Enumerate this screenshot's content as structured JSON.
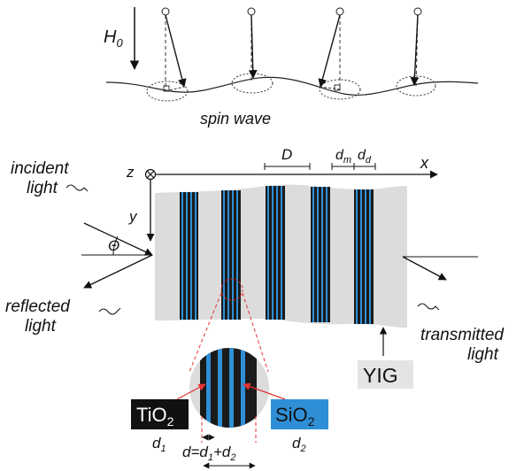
{
  "top": {
    "field_symbol": "H",
    "field_subscript": "0",
    "wave_caption": "spin wave"
  },
  "axes": {
    "z_label": "z",
    "x_label": "x",
    "y_label": "y"
  },
  "dimensions": {
    "period": "D",
    "dm_main": "d",
    "dm_sub": "m",
    "dd_main": "d",
    "dd_sub": "d"
  },
  "light": {
    "incident_line1": "incident",
    "incident_line2": "light",
    "reflected_line1": "reflected",
    "reflected_line2": "light",
    "transmitted_line1": "transmitted",
    "transmitted_line2": "light",
    "angle_symbol": "Θ"
  },
  "materials": {
    "yig": "YIG",
    "tio2_main": "TiO",
    "tio2_sub": "2",
    "sio2_main": "SiO",
    "sio2_sub": "2",
    "d1_main": "d",
    "d1_sub": "1",
    "d2_main": "d",
    "d2_sub": "2",
    "formula_a": "d=d",
    "formula_a_sub": "1",
    "formula_b": "+d",
    "formula_b_sub": "2"
  },
  "colors": {
    "stripe_blue": "#2f8fd6",
    "stripe_dark": "#1a1a1a",
    "film_gray": "#dcdcdc",
    "highlight_red": "#e53232",
    "sio2_box": "#2f8fd6",
    "tio2_box": "#111111"
  }
}
